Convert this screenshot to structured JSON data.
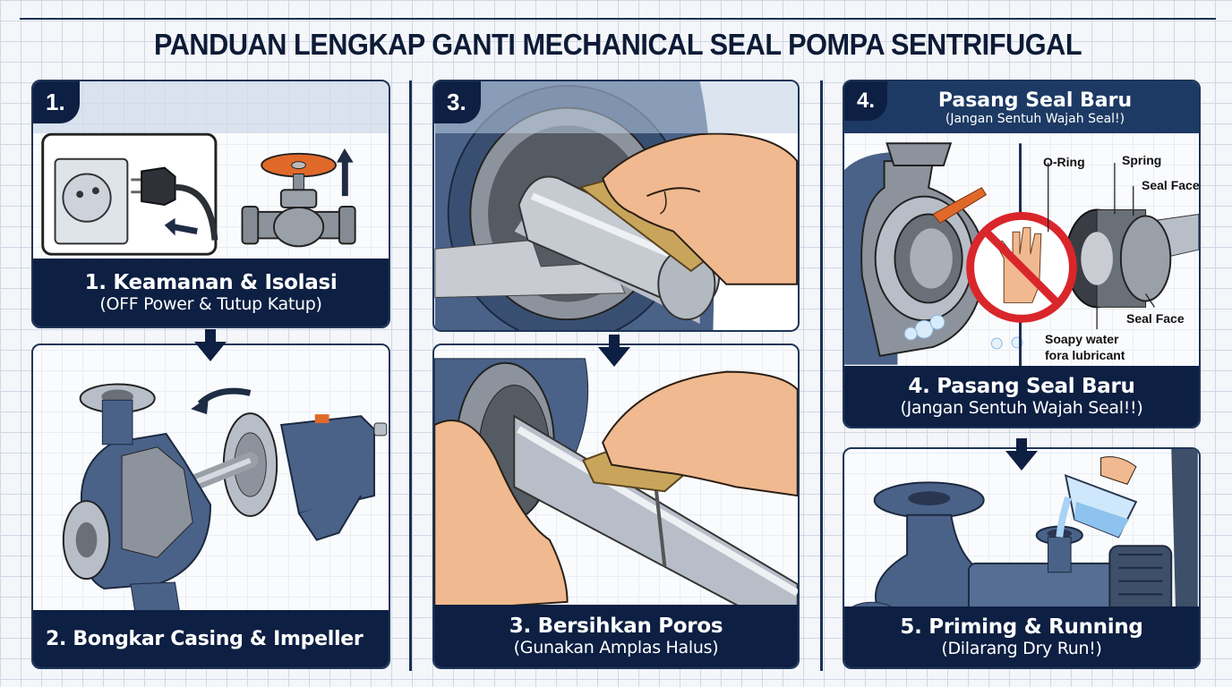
{
  "title": "PANDUAN LENGKAP GANTI MECHANICAL SEAL POMPA SENTRIFUGAL",
  "colors": {
    "navy": "#0d1f42",
    "panel_header": "#1d3a64",
    "pump_blue": "#4a6288",
    "steel": "#b8bec8",
    "valve_orange": "#e0692a",
    "warning_red": "#d9262b",
    "skin": "#f0b98f",
    "sandpaper": "#c9a55c",
    "grid_line": "#cfd8e4",
    "background": "#f4f6fa"
  },
  "steps": [
    {
      "number_badge": "1.",
      "title": "1. Keamanan & Isolasi",
      "subtitle": "(OFF Power & Tutup Katup)",
      "icons": [
        "power-socket-unplug-icon",
        "gate-valve-close-icon",
        "arrow-up-icon",
        "arrow-left-curved-icon"
      ]
    },
    {
      "title": "2. Bongkar Casing & Impeller",
      "icons": [
        "centrifugal-pump-cutaway-icon",
        "arrow-curved-left-icon"
      ]
    },
    {
      "number_badge": "3.",
      "title": "3. Bersihkan Poros",
      "subtitle": "(Gunakan Amplas Halus)",
      "icons": [
        "hand-sanding-shaft-icon",
        "shaft-closeup-icon"
      ]
    },
    {
      "number_badge": "4.",
      "header_title": "Pasang Seal Baru",
      "header_subtitle": "(Jangan Sentuh Wajah Seal!)",
      "title": "4. Pasang Seal Baru",
      "subtitle": "(Jangan Sentuh Wajah Seal!!)",
      "callouts": {
        "o_ring": "O-Ring",
        "spring": "Spring",
        "seal_face_top": "Seal Face",
        "seal_face_bottom": "Seal Face",
        "lubricant_line1": "Soapy water",
        "lubricant_line2": "fora lubricant"
      },
      "icons": [
        "pump-housing-cutaway-icon",
        "no-touch-hand-icon",
        "mechanical-seal-icon",
        "soap-bubbles-icon"
      ]
    },
    {
      "title": "5. Priming & Running",
      "subtitle": "(Dilarang Dry Run!)",
      "icons": [
        "pump-priming-icon",
        "water-pitcher-icon"
      ]
    }
  ]
}
